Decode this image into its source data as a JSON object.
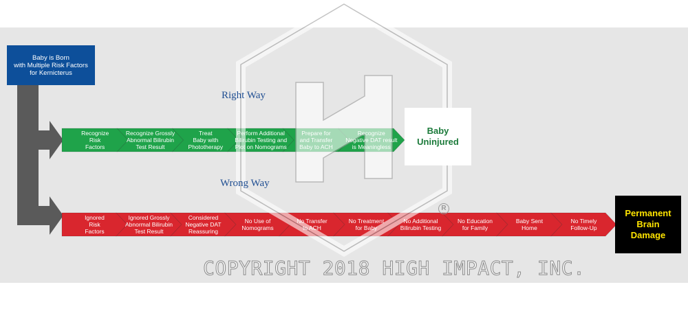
{
  "colors": {
    "background_band": "#e6e6e6",
    "start_box": "#0d4f9a",
    "right_way_green": "#1fa34a",
    "wrong_way_red": "#d9262e",
    "connector_gray": "#5a5a5a",
    "label_blue": "#1f4e92",
    "bad_box_text": "#ffe400"
  },
  "start": {
    "label": "Baby is Born\nwith Multiple Risk Factors\nfor Kernicterus"
  },
  "right_way": {
    "title": "Right Way",
    "steps": [
      "Recognize\nRisk\nFactors",
      "Recognize Grossly\nAbnormal Bilirubin\nTest Result",
      "Treat\nBaby with\nPhototherapy",
      "Perform Additional\nBilirubin Testing and\nPlot on Nomograms",
      "Prepare for\nand Transfer\nBaby to ACH",
      "Recognize\nNegative DAT result\nis Meaningless"
    ],
    "outcome": "Baby\nUninjured"
  },
  "wrong_way": {
    "title": "Wrong Way",
    "steps": [
      "Ignored\nRisk\nFactors",
      "Ignored Grossly\nAbnormal Bilirubin\nTest Result",
      "Considered\nNegative DAT\nReassuring",
      "No Use of\nNomograms",
      "No Transfer\nto ACH",
      "No Treatment\nfor Baby",
      "No Additional\nBilirubin Testing",
      "No Education\nfor Family",
      "Baby Sent\nHome",
      "No Timely\nFollow-Up"
    ],
    "outcome": "Permanent\nBrain\nDamage"
  },
  "watermark": {
    "copyright": "COPYRIGHT 2018 HIGH IMPACT, INC.",
    "registered_mark": "R"
  },
  "icons": [
    "hexagon-logo-watermark-icon",
    "registered-mark-icon"
  ]
}
